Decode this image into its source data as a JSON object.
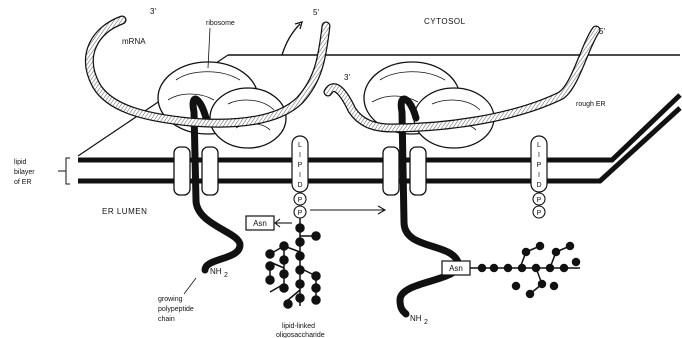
{
  "labels": {
    "mrna": "mRNA",
    "three_prime": "3'",
    "five_prime": "5'",
    "ribosome": "ribosome",
    "cytosol": "CYTOSOL",
    "rough_er": "rough ER",
    "lipid_bilayer_1": "lipid",
    "lipid_bilayer_2": "bilayer",
    "lipid_bilayer_3": "of ER",
    "er_lumen": "ER LUMEN",
    "asn": "Asn",
    "nh2": "NH",
    "nh2_sub": "2",
    "growing_1": "growing",
    "growing_2": "polypeptide",
    "growing_3": "chain",
    "lipid_linked_1": "lipid-linked",
    "lipid_linked_2": "oligosaccharide",
    "lipid_letters": [
      "L",
      "I",
      "P",
      "I",
      "D"
    ],
    "phosphate": "P"
  }
}
